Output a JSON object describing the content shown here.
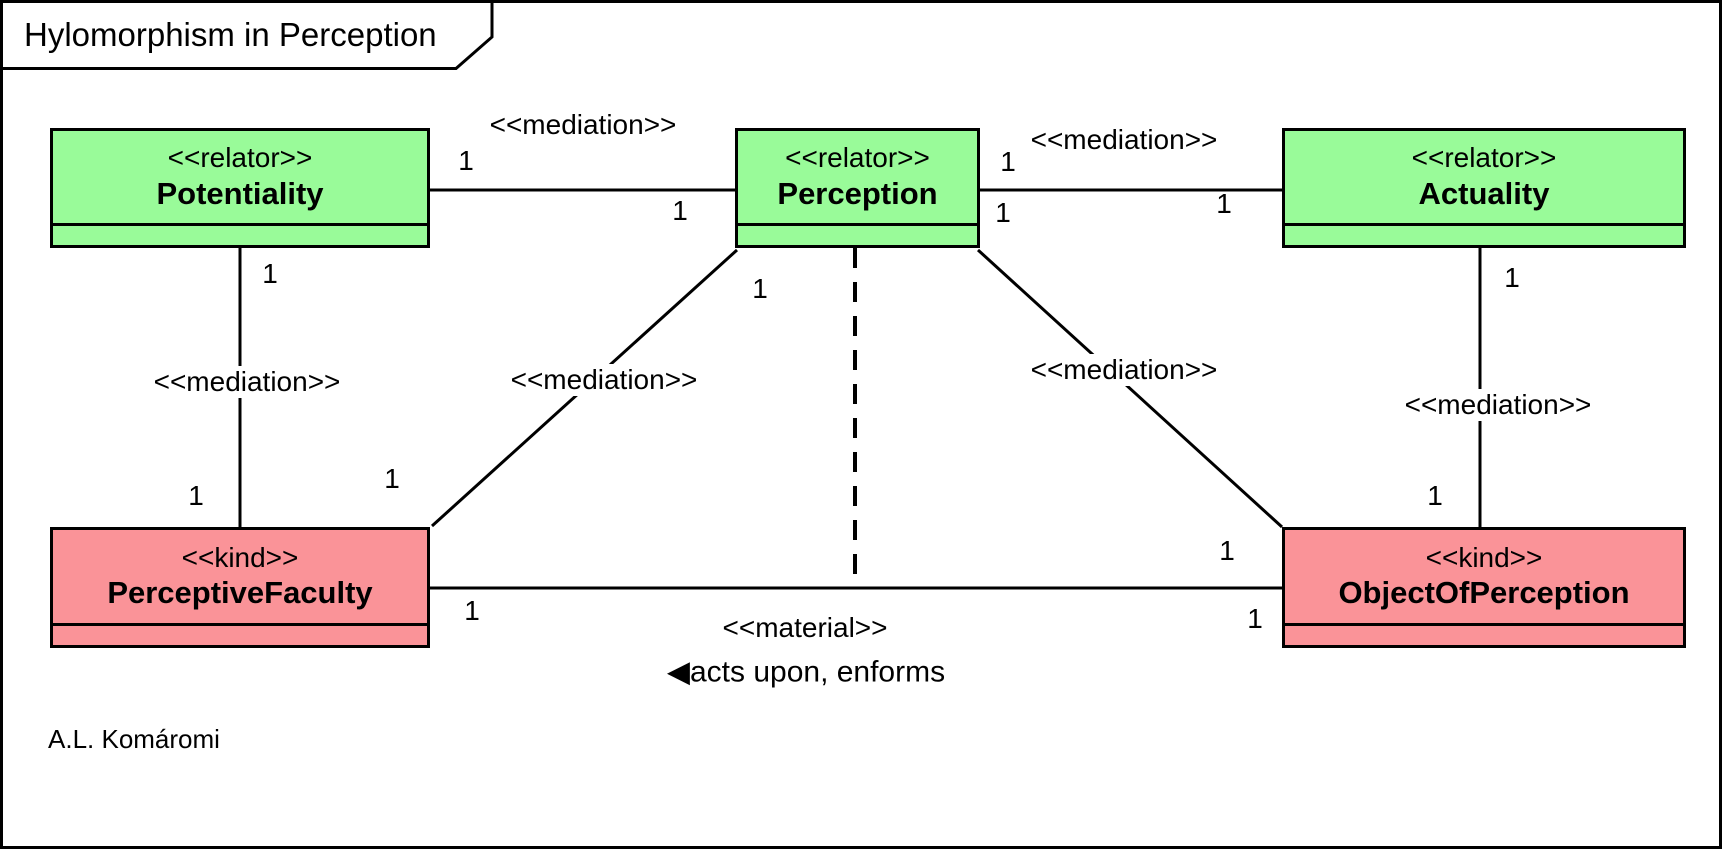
{
  "frame": {
    "title": "Hylomorphism in Perception",
    "attribution": "A.L. Komáromi"
  },
  "colors": {
    "relator_fill": "#99FB99",
    "kind_fill": "#FA9398",
    "line": "#000000",
    "background": "#FFFFFF"
  },
  "classes": {
    "potentiality": {
      "stereotype": "<<relator>>",
      "name": "Potentiality"
    },
    "perception": {
      "stereotype": "<<relator>>",
      "name": "Perception"
    },
    "actuality": {
      "stereotype": "<<relator>>",
      "name": "Actuality"
    },
    "perceptive_faculty": {
      "stereotype": "<<kind>>",
      "name": "PerceptiveFaculty"
    },
    "object_of_perception": {
      "stereotype": "<<kind>>",
      "name": "ObjectOfPerception"
    }
  },
  "associations": {
    "potentiality_perception": {
      "stereotype": "<<mediation>>",
      "mult_potentiality": "1",
      "mult_perception": "1"
    },
    "perception_actuality": {
      "stereotype": "<<mediation>>",
      "mult_perception": "1",
      "mult_actuality": "1"
    },
    "potentiality_perceptive_faculty": {
      "stereotype": "<<mediation>>",
      "mult_potentiality": "1",
      "mult_perceptive_faculty": "1"
    },
    "perception_perceptive_faculty": {
      "stereotype": "<<mediation>>",
      "mult_perception": "1",
      "mult_perceptive_faculty": "1"
    },
    "perception_object_of_perception": {
      "stereotype": "<<mediation>>",
      "mult_perception": "1",
      "mult_object_of_perception": "1"
    },
    "actuality_object_of_perception": {
      "stereotype": "<<mediation>>",
      "mult_actuality": "1",
      "mult_object_of_perception": "1"
    },
    "material": {
      "stereotype": "<<material>>",
      "name": "◀acts upon, enforms",
      "mult_perceptive_faculty": "1",
      "mult_object_of_perception": "1"
    }
  }
}
